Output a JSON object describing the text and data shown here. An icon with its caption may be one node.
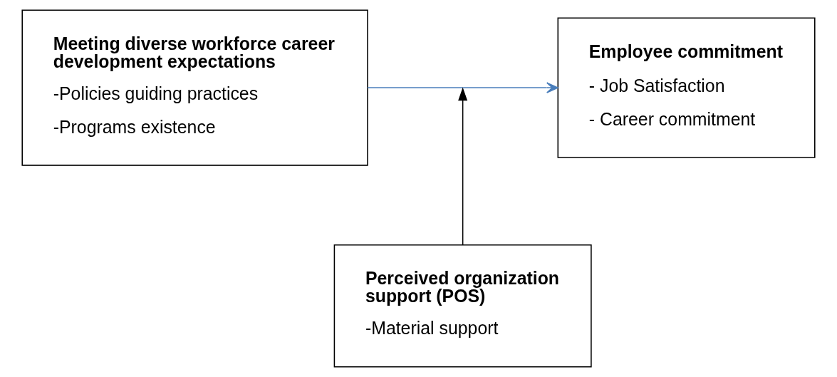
{
  "diagram": {
    "nodes": [
      {
        "text": [
          "Meeting diverse workforce career development expectations",
          "-Policies guiding practices",
          "-Programs existence"
        ]
      },
      {
        "text": [
          "Employee commitment",
          "- Job Satisfaction",
          "- Career commitment"
        ]
      },
      {
        "text": [
          "Perceived organization support (POS)",
          "-Material support"
        ]
      }
    ],
    "edges": [
      {
        "from": 0,
        "to": 1,
        "arrow": "to",
        "color": "#4a7ebb"
      },
      {
        "from": 2,
        "to": null,
        "arrow": "to",
        "color": "#000000"
      }
    ]
  }
}
